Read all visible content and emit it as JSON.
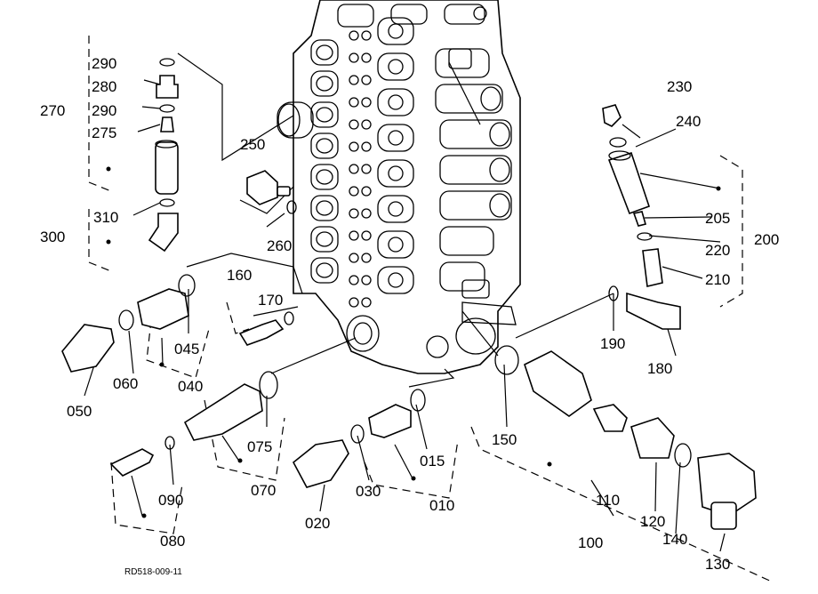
{
  "diagram": {
    "reference_code": "RD518-009-11",
    "labels": [
      {
        "id": "290a",
        "text": "290"
      },
      {
        "id": "280",
        "text": "280"
      },
      {
        "id": "270",
        "text": "270"
      },
      {
        "id": "290b",
        "text": "290"
      },
      {
        "id": "275",
        "text": "275"
      },
      {
        "id": "250",
        "text": "250"
      },
      {
        "id": "310",
        "text": "310"
      },
      {
        "id": "300",
        "text": "300"
      },
      {
        "id": "260",
        "text": "260"
      },
      {
        "id": "160",
        "text": "160"
      },
      {
        "id": "170",
        "text": "170"
      },
      {
        "id": "045",
        "text": "045"
      },
      {
        "id": "050",
        "text": "050"
      },
      {
        "id": "060",
        "text": "060"
      },
      {
        "id": "040",
        "text": "040"
      },
      {
        "id": "075",
        "text": "075"
      },
      {
        "id": "070",
        "text": "070"
      },
      {
        "id": "090",
        "text": "090"
      },
      {
        "id": "080",
        "text": "080"
      },
      {
        "id": "015",
        "text": "015"
      },
      {
        "id": "030",
        "text": "030"
      },
      {
        "id": "020",
        "text": "020"
      },
      {
        "id": "010",
        "text": "010"
      },
      {
        "id": "150",
        "text": "150"
      },
      {
        "id": "110",
        "text": "110"
      },
      {
        "id": "120",
        "text": "120"
      },
      {
        "id": "100",
        "text": "100"
      },
      {
        "id": "140",
        "text": "140"
      },
      {
        "id": "130",
        "text": "130"
      },
      {
        "id": "230",
        "text": "230"
      },
      {
        "id": "240",
        "text": "240"
      },
      {
        "id": "205",
        "text": "205"
      },
      {
        "id": "220",
        "text": "220"
      },
      {
        "id": "200",
        "text": "200"
      },
      {
        "id": "210",
        "text": "210"
      },
      {
        "id": "190",
        "text": "190"
      },
      {
        "id": "180",
        "text": "180"
      }
    ]
  }
}
